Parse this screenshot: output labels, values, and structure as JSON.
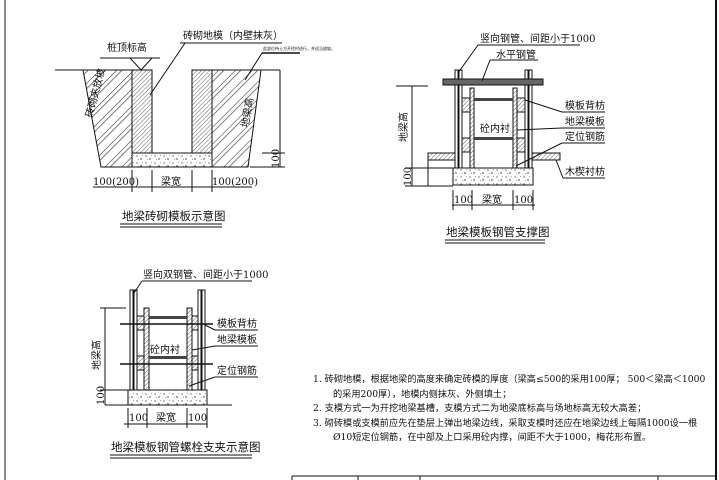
{
  "fig1": {
    "label_pile_top": "桩顶标高",
    "label_brick_mold": "砖砌地模（内壁抹灰）",
    "label_tiny_note": "此部位待土方开挖时进行，并适当放坡。",
    "label_slope": "砖砌夹放坡",
    "label_beam_height": "地梁高",
    "dim_100": "100",
    "dim_side_left": "100(200)",
    "dim_beam_width": "梁宽",
    "dim_side_right": "100(200)",
    "title": "地梁砖砌模板示意图"
  },
  "fig2": {
    "label_vertical_pipe": "竖向钢管、间距小于1000",
    "label_horizontal_pipe": "水平钢管",
    "label_backing": "模板背枋",
    "label_formwork": "地梁模板",
    "label_rebar": "定位钢筋",
    "label_wedge": "木楔衬枋",
    "label_lining": "砼内衬",
    "label_beam_height": "地梁高",
    "dim_100": "100",
    "dim_left": "100",
    "dim_beam_width": "梁宽",
    "dim_right": "100",
    "title": "地梁模板钢管支撑图"
  },
  "fig3": {
    "label_vertical_pipe": "竖向双钢管、间距小于1000",
    "label_backing": "模板背枋",
    "label_formwork": "地梁模板",
    "label_rebar": "定位钢筋",
    "label_lining": "砼内衬",
    "label_beam_height": "地梁高",
    "dim_100": "100",
    "dim_left": "100",
    "dim_beam_width": "梁宽",
    "dim_right": "100",
    "title": "地梁模板钢管螺栓支夹示意图"
  },
  "notes": [
    "1.   砖砌地模，根据地梁的高度来确定砖模的厚度（梁高≤500的采用100厚；  500＜梁高＜1000的采用200厚），地模内侧抹灰、外侧填土；",
    "2.   支模方式一为开挖地梁基槽，支模方式二为地梁底标高与场地标高无较大高差；",
    "3.   砌砖模或支模前应先在垫层上弹出地梁边线，采取支模时还应在地梁边线上每隔1000设一根Ø10短定位钢筋，在中部及上口采用砼内撑，间距不大于1000，梅花形布置。"
  ]
}
